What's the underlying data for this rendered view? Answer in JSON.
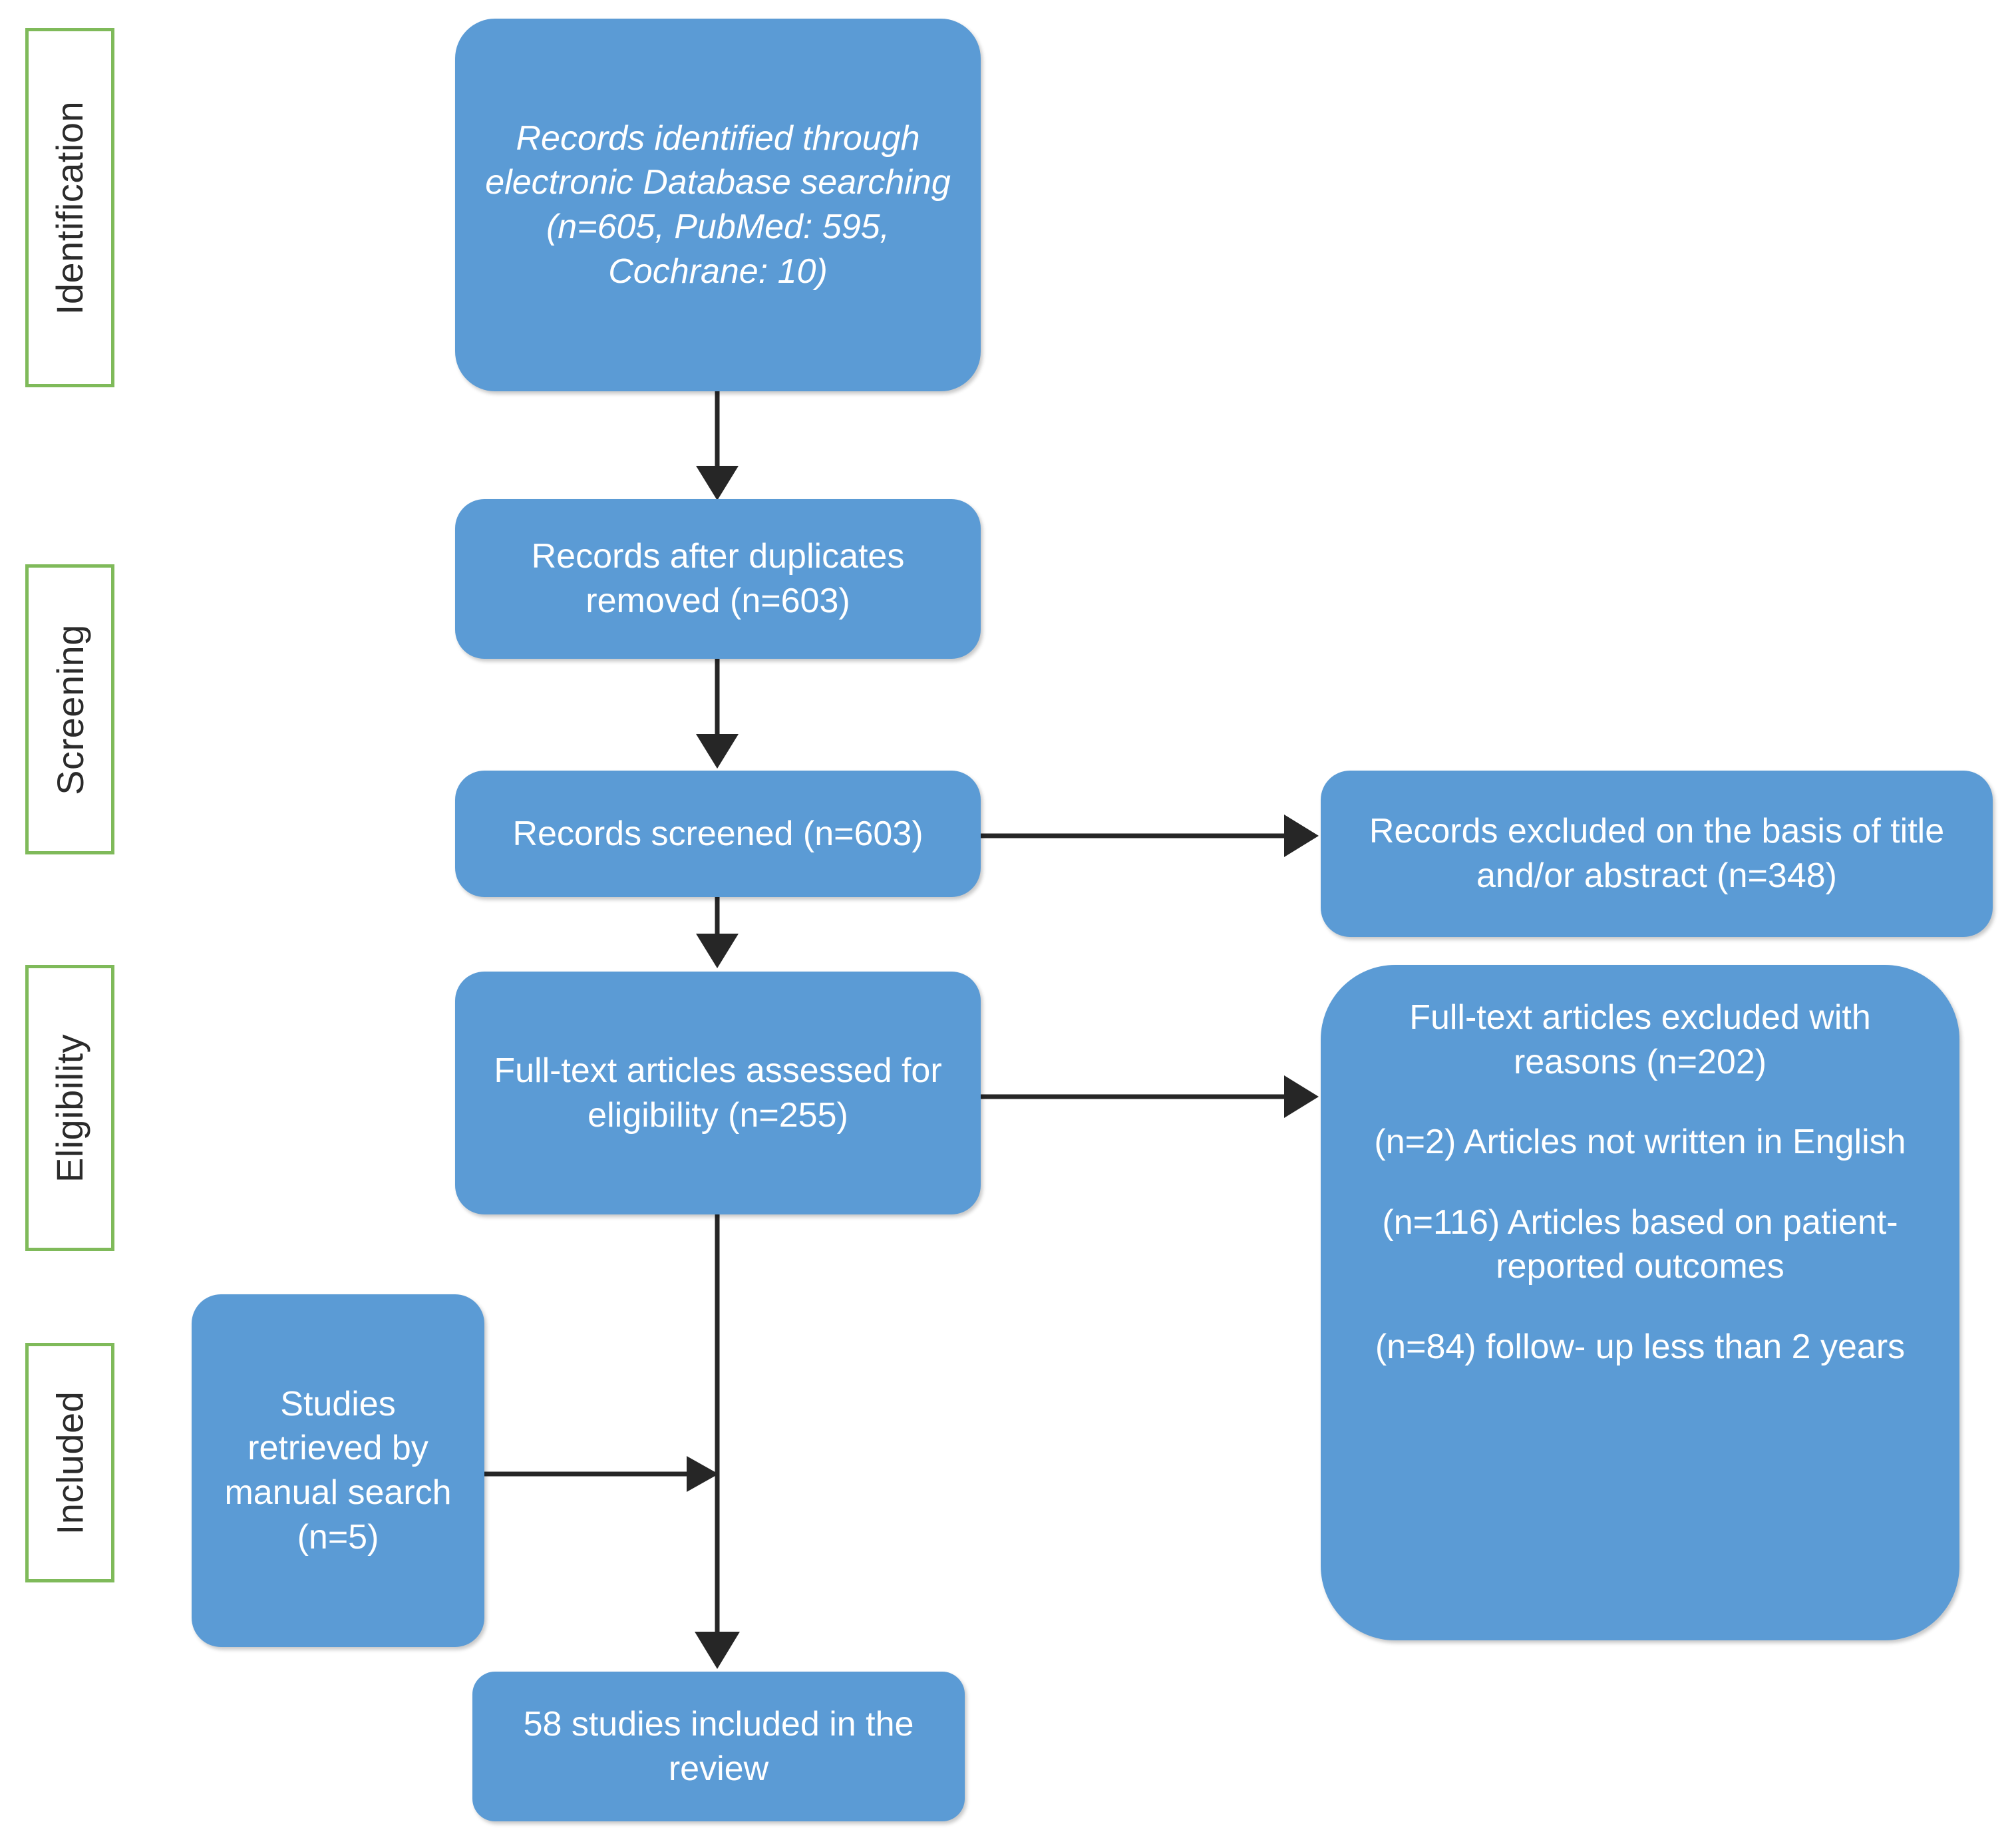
{
  "diagram": {
    "type": "prisma-flow-diagram",
    "colors": {
      "box_fill": "#5B9BD5",
      "box_text": "#FFFFFF",
      "stage_border": "#7FBA5A",
      "stage_text": "#2B2B2B",
      "connector": "#262626",
      "background": "#FFFFFF"
    }
  },
  "stages": [
    {
      "id": "identification",
      "label": "Identification"
    },
    {
      "id": "screening",
      "label": "Screening"
    },
    {
      "id": "eligibility",
      "label": "Eligibility"
    },
    {
      "id": "included",
      "label": "Included"
    }
  ],
  "boxes": {
    "identified": {
      "id": "records-identified",
      "text": "Records identified through electronic Database searching (n=605, PubMed: 595, Cochrane: 10)",
      "n": 605,
      "sources": {
        "PubMed": 595,
        "Cochrane": 10
      },
      "italic": true
    },
    "after_duplicates": {
      "id": "records-after-duplicates-removed",
      "text": "Records after duplicates removed (n=603)",
      "n": 603
    },
    "screened": {
      "id": "records-screened",
      "text": "Records screened (n=603)",
      "n": 603
    },
    "excluded_title_abstract": {
      "id": "records-excluded-title-abstract",
      "text": "Records excluded on the basis of title and/or abstract      (n=348)",
      "n": 348
    },
    "fulltext_assessed": {
      "id": "full-text-articles-assessed",
      "text": "Full-text articles assessed for eligibility (n=255)",
      "n": 255
    },
    "fulltext_excluded": {
      "id": "full-text-articles-excluded",
      "heading": "Full-text articles excluded with reasons (n=202)",
      "n": 202,
      "reasons": [
        {
          "text": "(n=2) Articles not written in English",
          "n": 2
        },
        {
          "text": "(n=116) Articles based on patient-reported outcomes",
          "n": 116
        },
        {
          "text": "(n=84) follow- up less than 2 years",
          "n": 84
        }
      ]
    },
    "manual_search": {
      "id": "studies-retrieved-manual-search",
      "text": "Studies retrieved by manual search (n=5)",
      "n": 5
    },
    "included_final": {
      "id": "studies-included-in-review",
      "text": "58 studies included in the review",
      "n": 58
    }
  },
  "connectors": [
    {
      "from": "identified",
      "to": "after_duplicates",
      "direction": "down"
    },
    {
      "from": "after_duplicates",
      "to": "screened",
      "direction": "down"
    },
    {
      "from": "screened",
      "to": "excluded_title_abstract",
      "direction": "right"
    },
    {
      "from": "screened",
      "to": "fulltext_assessed",
      "direction": "down"
    },
    {
      "from": "fulltext_assessed",
      "to": "fulltext_excluded",
      "direction": "right"
    },
    {
      "from": "fulltext_assessed",
      "to": "included_final",
      "direction": "down"
    },
    {
      "from": "manual_search",
      "to": "included_final",
      "direction": "right"
    }
  ]
}
